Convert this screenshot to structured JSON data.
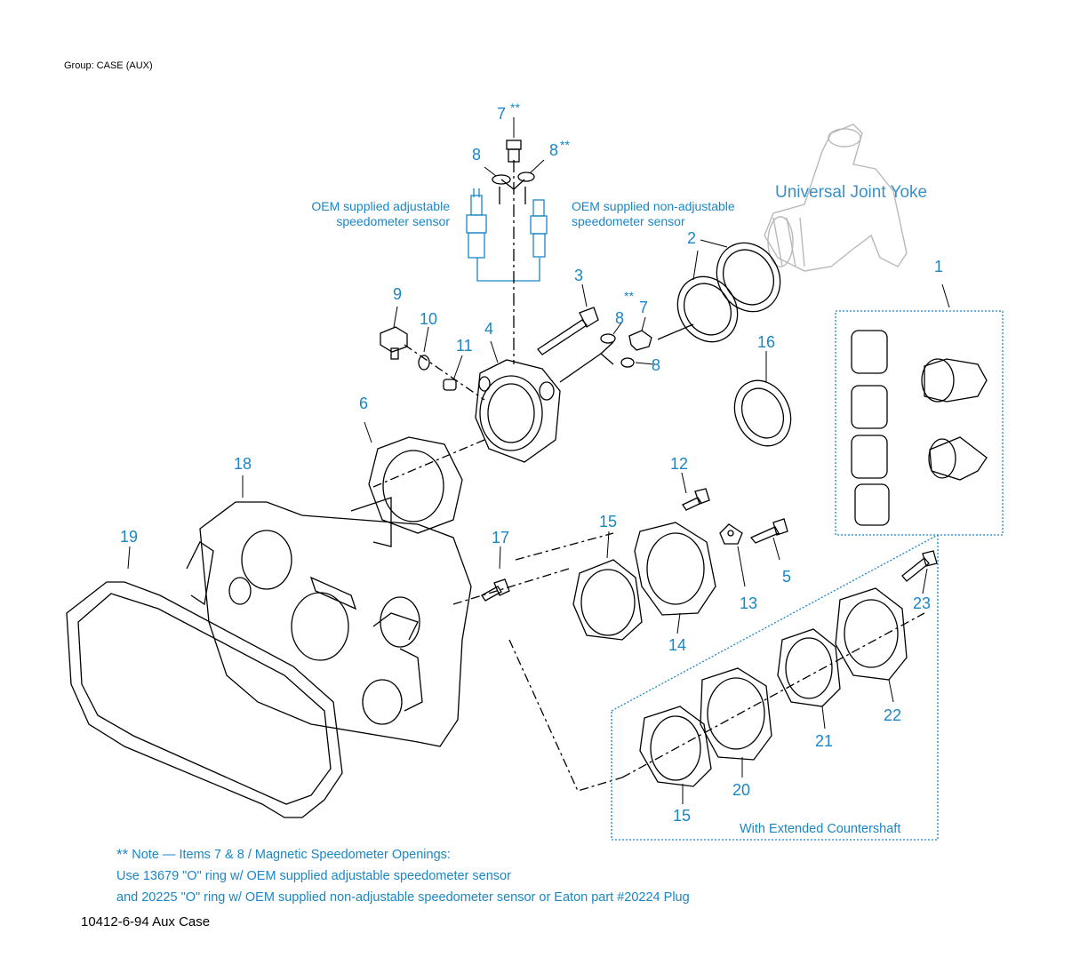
{
  "group_label": "Group: CASE (AUX)",
  "labels": {
    "yoke": "Universal Joint Yoke",
    "adjustable_sensor_line1": "OEM supplied adjustable",
    "adjustable_sensor_line2": "speedometer sensor",
    "nonadjustable_sensor_line1": "OEM supplied non-adjustable",
    "nonadjustable_sensor_line2": "speedometer sensor",
    "extended_countershaft": "With Extended Countershaft"
  },
  "callouts": {
    "c1": "1",
    "c2": "2",
    "c3": "3",
    "c4": "4",
    "c5": "5",
    "c6": "6",
    "c7_top": "7",
    "c7_top_stars": "**",
    "c7_right": "7",
    "c7_right_stars": "**",
    "c8_top_left": "8",
    "c8_top_right": "8",
    "c8_top_right_stars": "**",
    "c8_mid": "8",
    "c8_low": "8",
    "c9": "9",
    "c10": "10",
    "c11": "11",
    "c12": "12",
    "c13": "13",
    "c14": "14",
    "c15_a": "15",
    "c15_b": "15",
    "c16": "16",
    "c17": "17",
    "c18": "18",
    "c19": "19",
    "c20": "20",
    "c21": "21",
    "c22": "22",
    "c23": "23"
  },
  "note": {
    "stars": "**",
    "line1": "Note — Items 7 & 8  / Magnetic Speedometer Openings:",
    "line2": "Use 13679 \"O\" ring w/ OEM supplied adjustable speedometer sensor",
    "line3": "and 20225 \"O\" ring  w/ OEM supplied non-adjustable speedometer sensor or Eaton part #20224 Plug"
  },
  "footer": "10412-6-94 Aux Case",
  "colors": {
    "callout": "#1a86c6",
    "line": "#000000",
    "ghost": "#b9b9b9"
  }
}
